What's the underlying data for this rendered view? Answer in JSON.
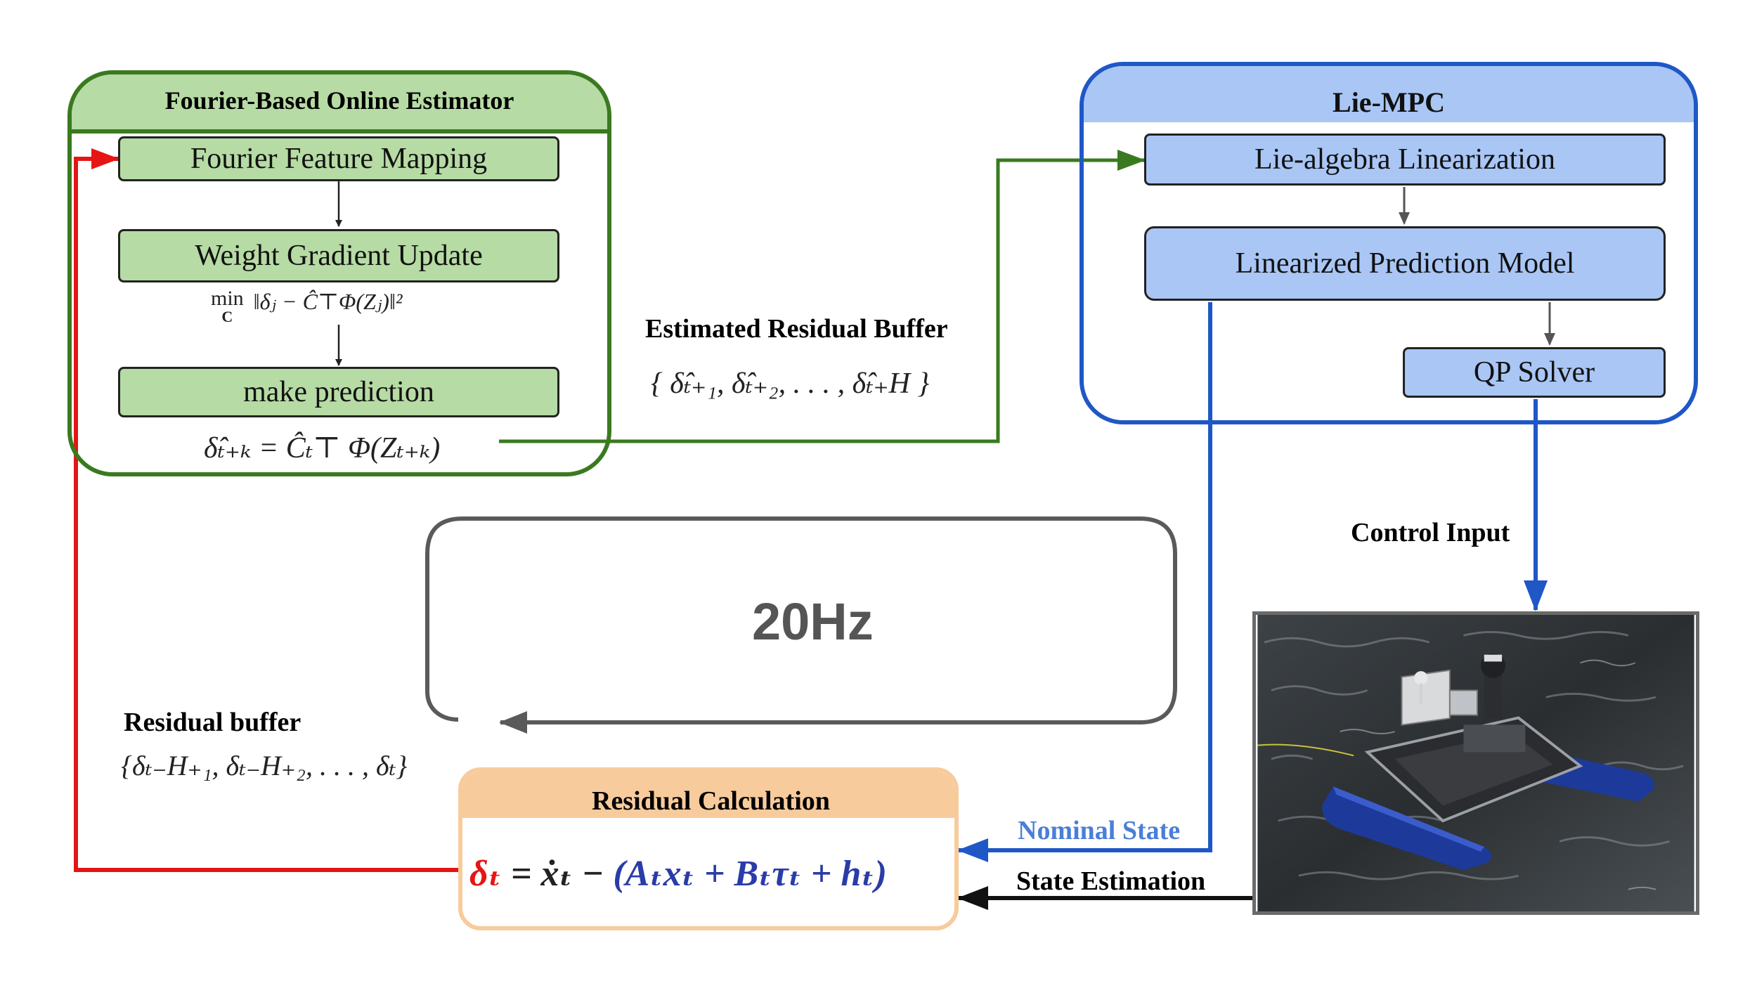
{
  "estimator": {
    "title": "Fourier-Based Online Estimator",
    "steps": [
      "Fourier Feature Mapping",
      "Weight Gradient Update",
      "make prediction"
    ],
    "objective": "min_C ‖δ_j − Ĉ^⊤ Φ(Z_j)‖²",
    "objective_min": "min",
    "objective_sub": "C",
    "objective_body": "‖δⱼ − Ĉ⊤Φ(Zⱼ)‖²",
    "prediction": "δ̂ₜ₊ₖ = Ĉₜ⊤ Φ(Zₜ₊ₖ)"
  },
  "mpc": {
    "title": "Lie-MPC",
    "steps": [
      "Lie-algebra Linearization",
      "Linearized Prediction Model",
      "QP Solver"
    ]
  },
  "estimated_buffer": {
    "title": "Estimated Residual Buffer",
    "set": "{ δ̂ₜ₊₁, δ̂ₜ₊₂, . . . , δ̂ₜ₊H }"
  },
  "loop_rate": "20Hz",
  "residual_buffer": {
    "title": "Residual buffer",
    "set": "{δₜ₋H₊₁, δₜ₋H₊₂, . . . , δₜ}"
  },
  "residual_calc": {
    "title": "Residual Calculation",
    "lhs": "δₜ",
    "eq": " = ẋₜ − ",
    "rhs": "(Aₜxₜ + Bₜτₜ + hₜ)"
  },
  "signals": {
    "control_input": "Control Input",
    "nominal_state": "Nominal State",
    "state_estimation": "State Estimation"
  },
  "colors": {
    "green_fill": "#b6dba4",
    "green_stroke": "#3a7a1f",
    "blue_fill": "#a9c6f5",
    "blue_stroke": "#1f57c7",
    "orange_fill": "#f8cb9c",
    "orange_stroke": "#f2b27a",
    "red": "#e51515",
    "gray": "#5a5a5a"
  }
}
